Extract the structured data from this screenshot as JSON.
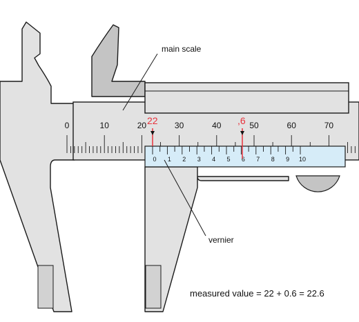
{
  "labels": {
    "main_scale": "main scale",
    "vernier": "vernier",
    "measured_value": "measured value  = 22 + 0.6 = 22.6"
  },
  "readings": {
    "main": "22",
    "vernier": ",6"
  },
  "main_scale": {
    "labels": [
      "0",
      "10",
      "20",
      "30",
      "40",
      "50",
      "60",
      "70"
    ]
  },
  "vernier_scale": {
    "labels": [
      "0",
      "1",
      "2",
      "3",
      "4",
      "5",
      "6",
      "7",
      "8",
      "9",
      "10"
    ]
  },
  "colors": {
    "body_fill": "#e2e2e2",
    "depth_fill": "#c4c4c4",
    "vernier_fill": "#d6ecf8",
    "outline": "#1a1a1a",
    "highlight": "#e8323c"
  }
}
